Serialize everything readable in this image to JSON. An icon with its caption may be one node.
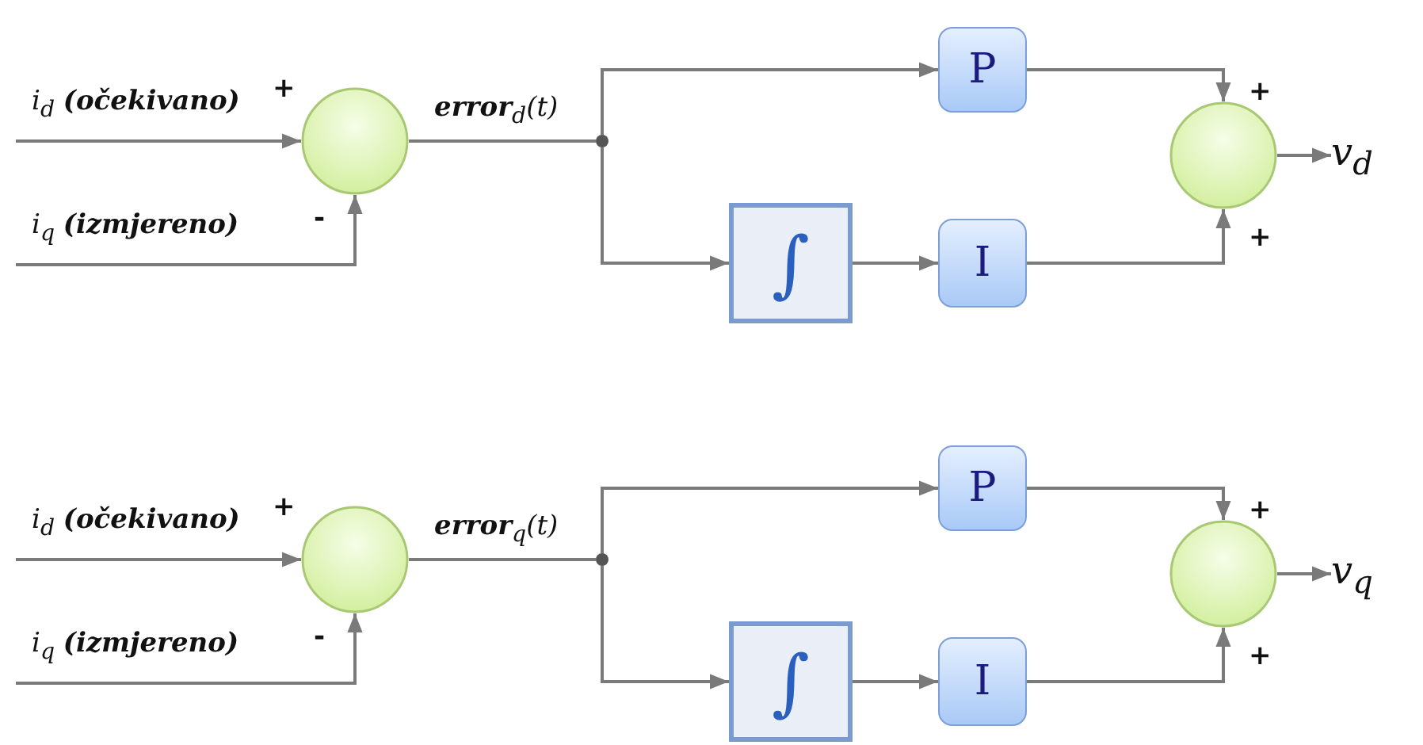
{
  "diagram": {
    "nodes": [
      {
        "text": [],
        "shape": "circle",
        "beside": [
          "+",
          "-"
        ]
      },
      {
        "text": [],
        "shape": "circle"
      },
      {
        "text": [
          "P"
        ]
      },
      {
        "text": [
          "∫"
        ]
      },
      {
        "text": [
          "I"
        ]
      },
      {
        "text": [],
        "shape": "circle",
        "beside": [
          "+",
          "+"
        ]
      },
      {
        "text": [
          "v$_{d}$"
        ]
      },
      {
        "text": [],
        "shape": "circle",
        "beside": [
          "+",
          "-"
        ]
      },
      {
        "text": [],
        "shape": "circle"
      },
      {
        "text": [
          "P"
        ]
      },
      {
        "text": [
          "∫"
        ]
      },
      {
        "text": [
          "I"
        ]
      },
      {
        "text": [],
        "shape": "circle",
        "beside": [
          "+",
          "+"
        ]
      },
      {
        "text": [
          "v$_{q}$"
        ]
      }
    ],
    "edges": [
      {
        "from": null,
        "to": 0,
        "arrow": "to",
        "label": "i$_{d}$ **(očekivano)**"
      },
      {
        "from": null,
        "to": 0,
        "arrow": "to",
        "label": "i$_{q}$ **(izmjereno)**"
      },
      {
        "from": 0,
        "to": 1,
        "arrow": "none",
        "label": "**error**$_{d}$(t)"
      },
      {
        "from": 1,
        "to": 2,
        "arrow": "to"
      },
      {
        "from": 1,
        "to": 3,
        "arrow": "to"
      },
      {
        "from": 3,
        "to": 4,
        "arrow": "to"
      },
      {
        "from": 2,
        "to": 5,
        "arrow": "to"
      },
      {
        "from": 4,
        "to": 5,
        "arrow": "to"
      },
      {
        "from": 5,
        "to": 6,
        "arrow": "to"
      },
      {
        "from": null,
        "to": 7,
        "arrow": "to",
        "label": "i$_{d}$ **(očekivano)**"
      },
      {
        "from": null,
        "to": 7,
        "arrow": "to",
        "label": "i$_{q}$ **(izmjereno)**"
      },
      {
        "from": 7,
        "to": 8,
        "arrow": "none",
        "label": "**error**$_{q}$(t)"
      },
      {
        "from": 8,
        "to": 9,
        "arrow": "to"
      },
      {
        "from": 8,
        "to": 10,
        "arrow": "to"
      },
      {
        "from": 10,
        "to": 11,
        "arrow": "to"
      },
      {
        "from": 9,
        "to": 12,
        "arrow": "to"
      },
      {
        "from": 11,
        "to": 12,
        "arrow": "to"
      },
      {
        "from": 12,
        "to": 13,
        "arrow": "to"
      }
    ]
  }
}
